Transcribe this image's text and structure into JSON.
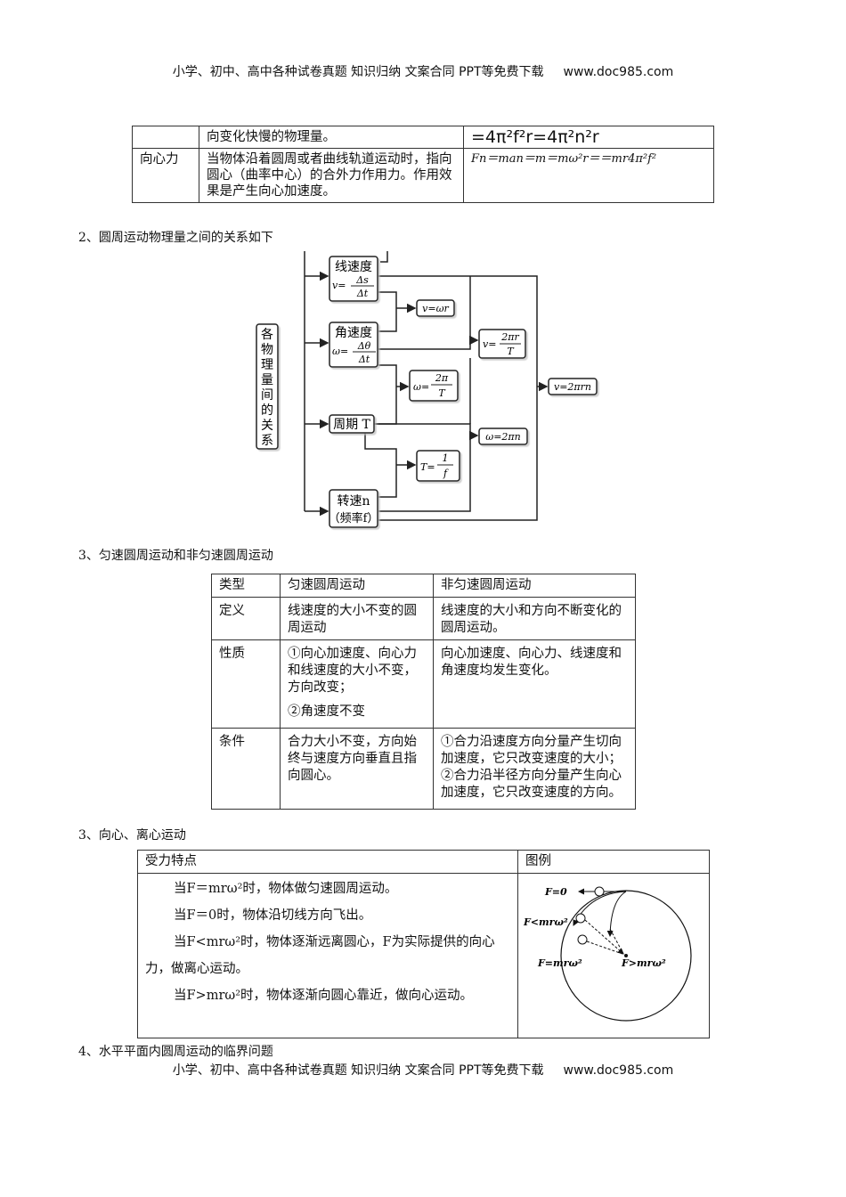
{
  "header": {
    "text": "小学、初中、高中各种试卷真题  知识归纳  文案合同  PPT等免费下载",
    "site": "www.doc985.com"
  },
  "footer": {
    "text": "小学、初中、高中各种试卷真题  知识归纳  文案合同  PPT等免费下载",
    "site": "www.doc985.com"
  },
  "table1": {
    "row1_text": "向变化快慢的物理量。",
    "row1_formula": "=4π²f²r=4π²n²r",
    "row2_name": "向心力",
    "row2_text": "当物体沿着圆周或者曲线轨道运动时，指向圆心（曲率中心）的合外力作用力。作用效果是产生向心加速度。",
    "row2_formula": "Fn＝man＝m＝mω²r＝＝mr4π²f²"
  },
  "section2": {
    "title": "2、圆周运动物理量之间的关系如下"
  },
  "diagram": {
    "root": [
      "各",
      "物",
      "理",
      "量",
      "间",
      "的",
      "关",
      "系"
    ],
    "v_label": "线速度",
    "v_formula_left": "v=",
    "v_num": "Δs",
    "v_den": "Δt",
    "w_label": "角速度",
    "w_formula_left": "ω=",
    "w_num": "Δθ",
    "w_den": "Δt",
    "T_label": "周期 T",
    "n_label1": "转速n",
    "n_label2": "（频率f）",
    "r1": "v=ωr",
    "r2_left": "v=",
    "r2_num": "2πr",
    "r2_den": "T",
    "r3_left": "ω=",
    "r3_num": "2π",
    "r3_den": "T",
    "r4": "ω=2πn",
    "r5_left": "T=",
    "r5_num": "1",
    "r5_den": "f",
    "r6": "v=2πrn"
  },
  "section3a": {
    "title": "3、匀速圆周运动和非匀速圆周运动"
  },
  "table2": {
    "headers": [
      "类型",
      "匀速圆周运动",
      "非匀速圆周运动"
    ],
    "rows": [
      {
        "name": "定义",
        "a": "线速度的大小不变的圆周运动",
        "b": "线速度的大小和方向不断变化的圆周运动。"
      },
      {
        "name": "性质",
        "a": "①向心加速度、向心力和线速度的大小不变，方向改变；",
        "a2": "②角速度不变",
        "b": "向心加速度、向心力、线速度和角速度均发生变化。"
      },
      {
        "name": "条件",
        "a": "合力大小不变，方向始终与速度方向垂直且指向圆心。",
        "b": "①合力沿速度方向分量产生切向加速度，它只改变速度的大小；②合力沿半径方向分量产生向心加速度，它只改变速度的方向。"
      }
    ]
  },
  "section3b": {
    "title": "3、向心、离心运动"
  },
  "table3": {
    "h1": "受力特点",
    "h2": "图例",
    "p1": "当F＝mrω²时，物体做匀速圆周运动。",
    "p2": "当F＝0时，物体沿切线方向飞出。",
    "p3": "当F<mrω²时，物体逐渐远离圆心，F为实际提供的向心力，做离心运动。",
    "p4": "当F>mrω²时，物体逐渐向圆心靠近，做向心运动。",
    "fig_f0": "F=0",
    "fig_fless": "F<mrω²",
    "fig_feq": "F=mrω²",
    "fig_fgreater": "F>mrω²"
  },
  "section4": {
    "title": "4、水平平面内圆周运动的临界问题"
  }
}
